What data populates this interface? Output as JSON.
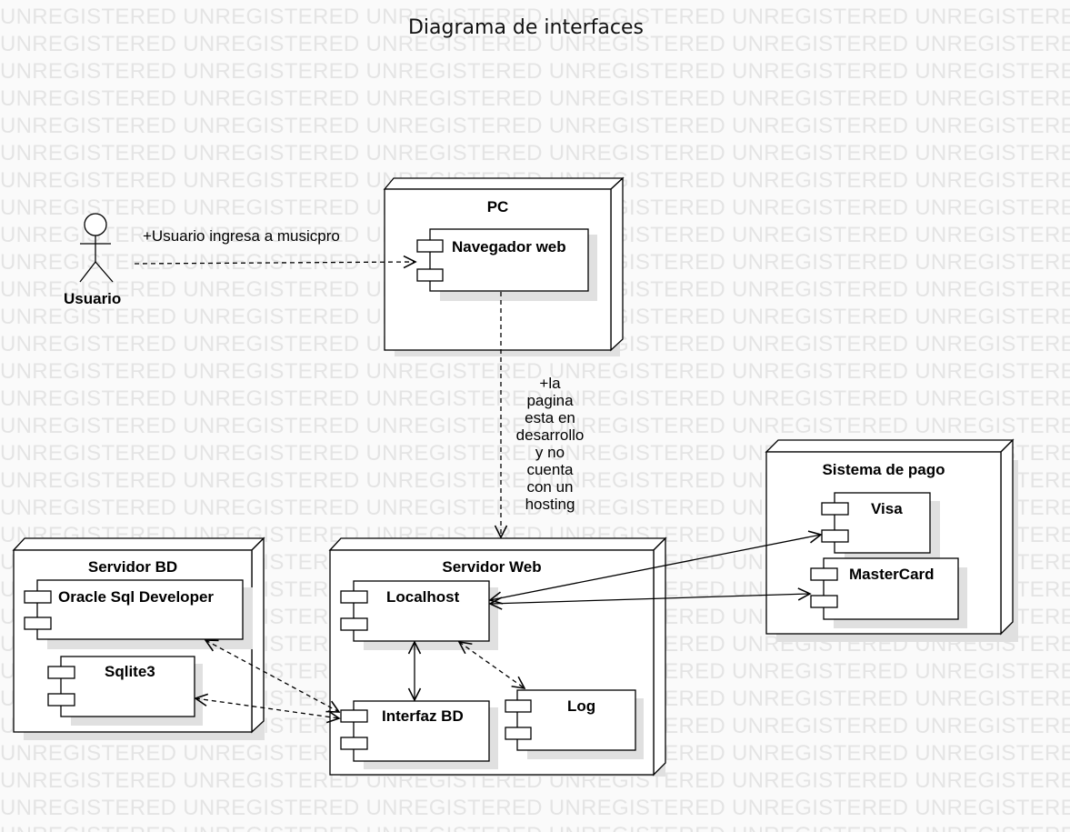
{
  "watermark_text": "UNREGISTERED",
  "title": "Diagrama de interfaces",
  "actor": {
    "name": "Usuario"
  },
  "edges": {
    "user_to_browser": "+Usuario ingresa a musicpro",
    "pc_to_web": [
      "+la",
      "pagina",
      "esta en",
      "desarrollo",
      "y no",
      "cuenta",
      "con un",
      "hosting"
    ]
  },
  "nodes": {
    "pc": {
      "title": "PC",
      "components": {
        "browser": "Navegador web"
      }
    },
    "servidor_web": {
      "title": "Servidor Web",
      "components": {
        "localhost": "Localhost",
        "interfaz_bd": "Interfaz BD",
        "log": "Log"
      }
    },
    "servidor_bd": {
      "title": "Servidor BD",
      "components": {
        "oracle": "Oracle Sql Developer",
        "sqlite": "Sqlite3"
      }
    },
    "sistema_pago": {
      "title": "Sistema de pago",
      "components": {
        "visa": "Visa",
        "mastercard": "MasterCard"
      }
    }
  },
  "colors": {
    "line": "#000000",
    "shadow": "#e0e0e0",
    "fill": "#ffffff",
    "background": "#fafafa"
  }
}
